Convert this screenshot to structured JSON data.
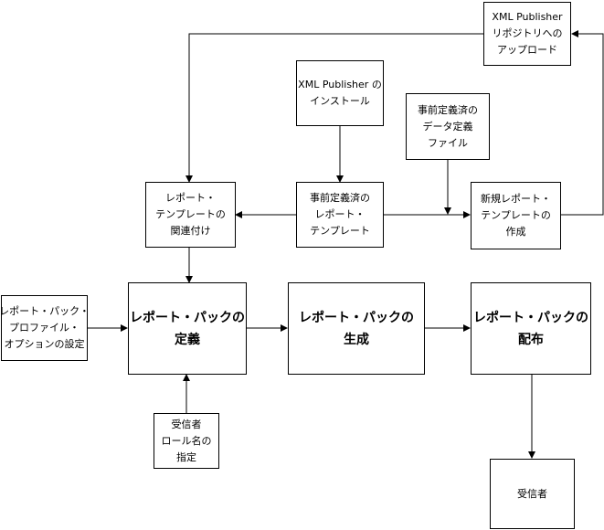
{
  "nodes": {
    "xml_repo_upload": [
      "XML Publisher",
      "リポジトリへの",
      "アップロード"
    ],
    "xml_install": [
      "XML Publisher の",
      "インストール"
    ],
    "predefined_data_def": [
      "事前定義済の",
      "データ定義",
      "ファイル"
    ],
    "template_association": [
      "レポート・",
      "テンプレートの",
      "関連付け"
    ],
    "predefined_template": [
      "事前定義済の",
      "レポート・",
      "テンプレート"
    ],
    "new_template": [
      "新規レポート・",
      "テンプレートの",
      "作成"
    ],
    "pack_profile_options": [
      "レポート・パック・",
      "プロファイル・",
      "オプションの設定"
    ],
    "define_pack": [
      "レポート・パックの",
      "定義"
    ],
    "generate_pack": [
      "レポート・パックの",
      "生成"
    ],
    "distribute_pack": [
      "レポート・パックの",
      "配布"
    ],
    "recipient_role": [
      "受信者",
      "ロール名の",
      "指定"
    ],
    "recipient": [
      "受信者"
    ]
  }
}
